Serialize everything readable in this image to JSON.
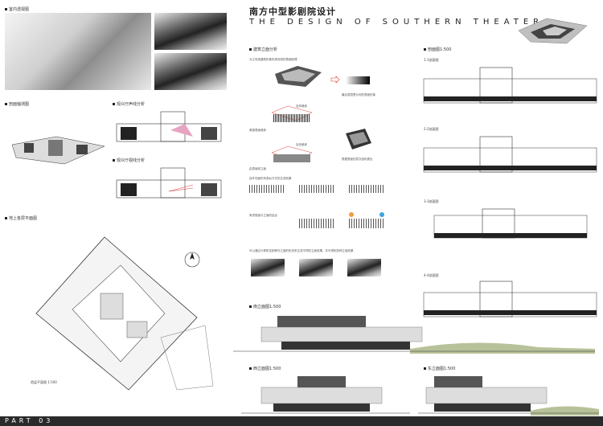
{
  "header": {
    "title_cn": "南方中型影剧院设计",
    "title_en": "THE DESIGN OF SOUTHERN THEATER"
  },
  "left": {
    "interior_label": "室内透视图",
    "axon_label": "剖面轴测图",
    "acoustic_label": "观众厅声线分析",
    "sightline_label": "观众厅视线分析",
    "plan_label": "地上各层平面图",
    "plan_caption": "首层平面图 1:500"
  },
  "middle": {
    "facade_label": "建筑立面分析",
    "notes": [
      "为江传统建筑形象形成传统的表面肌理",
      "最后表层是为向的表面形象",
      "自然墙体",
      "厚度表面墙体",
      "自然墙体",
      "由表面到立面",
      "根据表面的层次结构提出",
      "自外向面形有类似方式的生成效果",
      "考虑表面与立面的结合",
      "可以通过计算机控制条件立面的形态来生成不同的立面效果，并可得到多种立面效果"
    ],
    "south_elev": "南立面图1:500",
    "west_elev": "西立面图1:500"
  },
  "right": {
    "section_label": "剖面图1:500",
    "sections": [
      "1-1剖面图",
      "2-2剖面图",
      "3-3剖面图",
      "4-4剖面图"
    ],
    "east_elev": "东立面图1:500"
  },
  "footer": {
    "part": "PART 03"
  }
}
